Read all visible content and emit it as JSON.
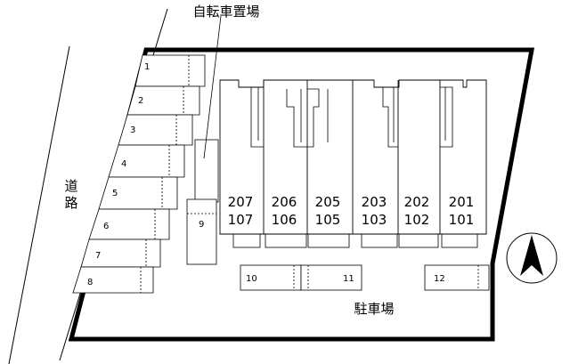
{
  "bicycle_parking_label": "自転車置場",
  "parking_label": "駐車場",
  "road_label_chars": [
    "道",
    "路"
  ],
  "units": [
    {
      "upper": "207",
      "lower": "107"
    },
    {
      "upper": "206",
      "lower": "106"
    },
    {
      "upper": "205",
      "lower": "105"
    },
    {
      "upper": "203",
      "lower": "103"
    },
    {
      "upper": "202",
      "lower": "102"
    },
    {
      "upper": "201",
      "lower": "101"
    }
  ],
  "left_spaces": [
    "1",
    "2",
    "3",
    "4",
    "5",
    "6",
    "7",
    "8"
  ],
  "space_9": "9",
  "bottom_spaces": [
    "10",
    "11",
    "12"
  ],
  "compass": "north-arrow-icon"
}
